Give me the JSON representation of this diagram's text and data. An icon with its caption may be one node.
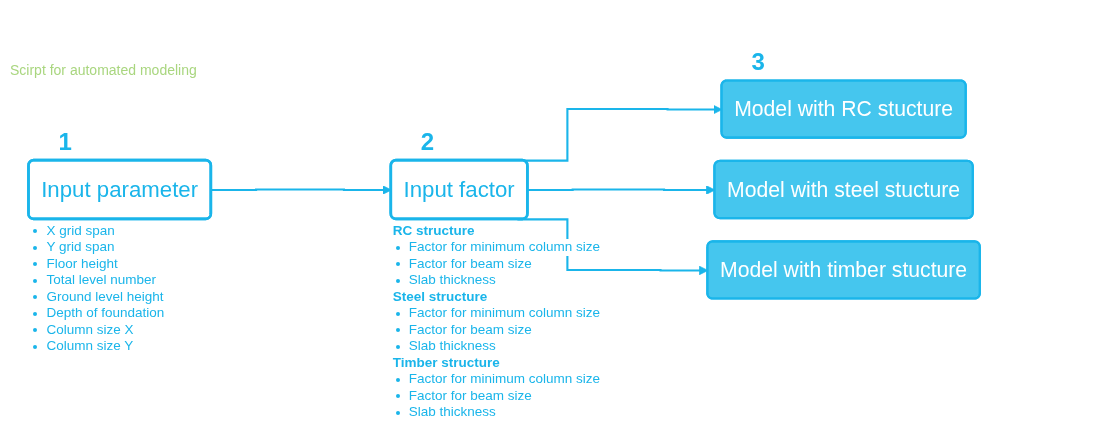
{
  "diagram": {
    "nodes": [
      {
        "text": [
          "Input parameter"
        ],
        "beside": [
          "1",
          "X grid span",
          "Y grid span",
          "Floor height",
          "Total level number",
          "Ground level height",
          "Depth of foundation",
          "Column size X",
          "Column size Y"
        ]
      },
      {
        "text": [
          "Input factor"
        ],
        "beside": [
          "2",
          "**RC structure**",
          "Factor for minimum column size",
          "Factor for beam size",
          "Slab thickness",
          "**Steel structure**",
          "Factor for minimum column size",
          "Factor for beam size",
          "Slab thickness",
          "**Timber structure**",
          "Factor for minimum column size",
          "Factor for beam size",
          "Slab thickness"
        ]
      },
      {
        "text": [
          "Model with RC stucture"
        ],
        "beside": [
          "3"
        ]
      },
      {
        "text": [
          "Model with steel stucture"
        ]
      },
      {
        "text": [
          "Model with timber stucture"
        ]
      }
    ],
    "edges": [
      {
        "from": 0,
        "to": 1,
        "arrow": "to"
      },
      {
        "from": 1,
        "to": 2,
        "arrow": "to"
      },
      {
        "from": 1,
        "to": 3,
        "arrow": "to"
      },
      {
        "from": 1,
        "to": 4,
        "arrow": "to"
      }
    ],
    "labels": [
      "Scirpt for automated modeling"
    ]
  }
}
